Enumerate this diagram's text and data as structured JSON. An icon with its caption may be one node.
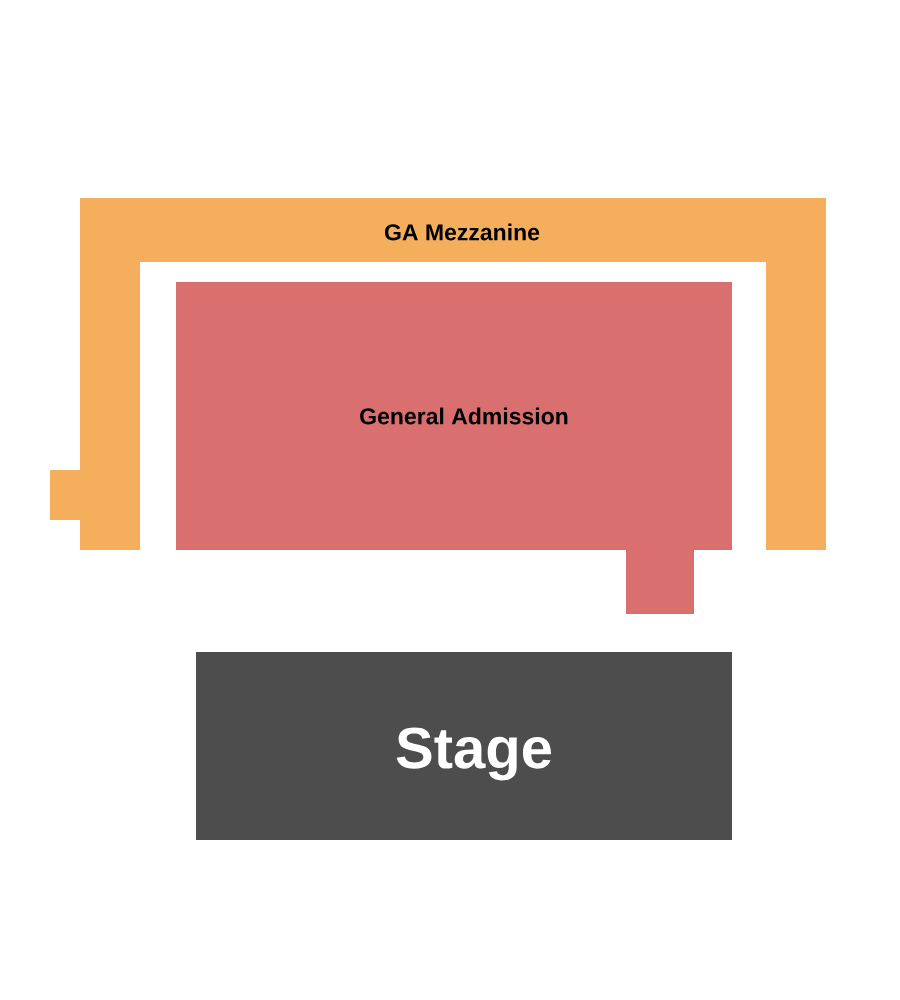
{
  "diagram": {
    "nodes": [
      {
        "text": [
          "GA Mezzanine"
        ]
      },
      {
        "text": [
          "General Admission"
        ]
      },
      {
        "text": [
          "Stage"
        ]
      }
    ]
  }
}
